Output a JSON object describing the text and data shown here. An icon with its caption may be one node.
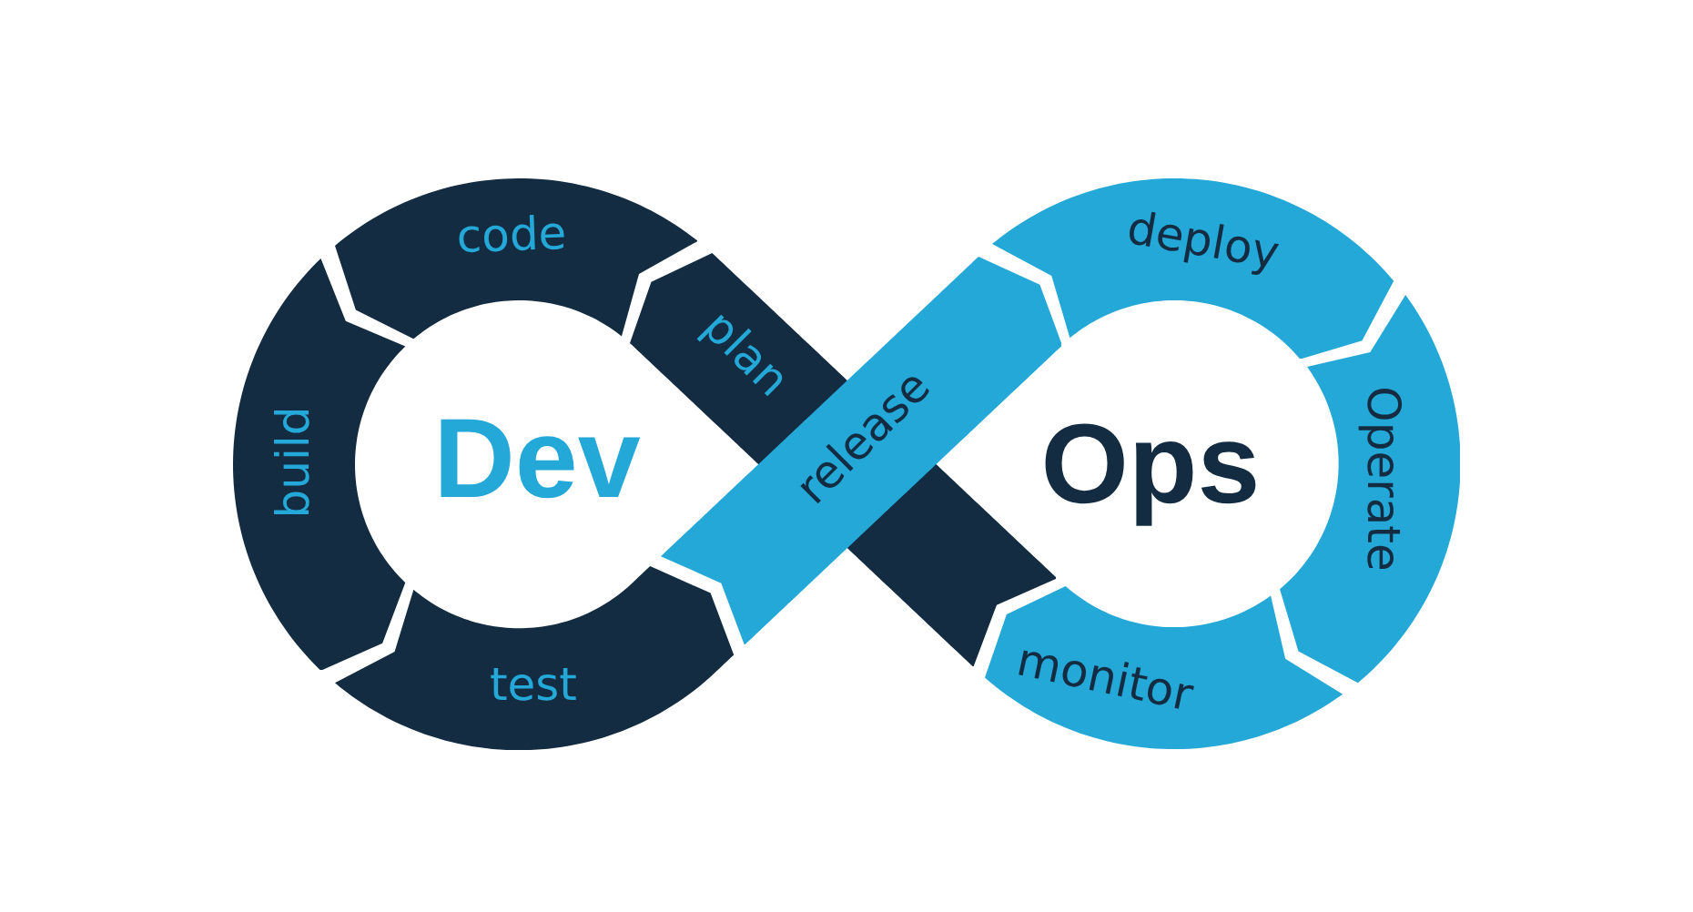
{
  "diagram": {
    "nodes": [
      {
        "text": [
          "plan"
        ]
      },
      {
        "text": [
          "code"
        ]
      },
      {
        "text": [
          "build"
        ]
      },
      {
        "text": [
          "test"
        ]
      },
      {
        "text": [
          "release"
        ]
      },
      {
        "text": [
          "deploy"
        ]
      },
      {
        "text": [
          "Operate"
        ]
      },
      {
        "text": [
          "monitor"
        ]
      }
    ],
    "labels": [
      "Dev",
      "Ops"
    ]
  }
}
